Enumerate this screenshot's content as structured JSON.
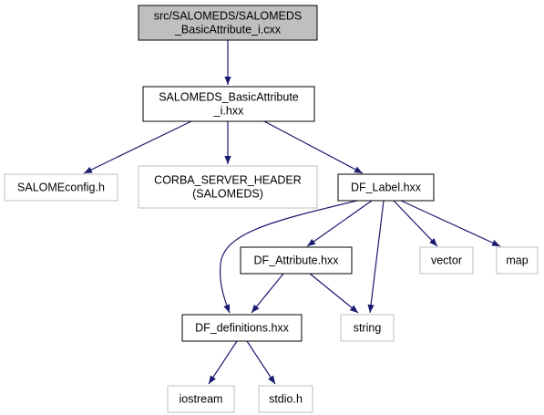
{
  "diagram": {
    "nodes": [
      {
        "id": "root",
        "lines": [
          "src/SALOMEDS/SALOMEDS",
          "_BasicAttribute_i.cxx"
        ],
        "style": "root"
      },
      {
        "id": "basic_hxx",
        "lines": [
          "SALOMEDS_BasicAttribute",
          "_i.hxx"
        ],
        "style": "normal"
      },
      {
        "id": "salomeconfig",
        "lines": [
          "SALOMEconfig.h"
        ],
        "style": "external"
      },
      {
        "id": "corba",
        "lines": [
          "CORBA_SERVER_HEADER",
          "(SALOMEDS)"
        ],
        "style": "external"
      },
      {
        "id": "df_label",
        "lines": [
          "DF_Label.hxx"
        ],
        "style": "normal"
      },
      {
        "id": "df_attribute",
        "lines": [
          "DF_Attribute.hxx"
        ],
        "style": "normal"
      },
      {
        "id": "vector",
        "lines": [
          "vector"
        ],
        "style": "external"
      },
      {
        "id": "map",
        "lines": [
          "map"
        ],
        "style": "external"
      },
      {
        "id": "df_definitions",
        "lines": [
          "DF_definitions.hxx"
        ],
        "style": "normal"
      },
      {
        "id": "string",
        "lines": [
          "string"
        ],
        "style": "external"
      },
      {
        "id": "iostream",
        "lines": [
          "iostream"
        ],
        "style": "external"
      },
      {
        "id": "stdio",
        "lines": [
          "stdio.h"
        ],
        "style": "external"
      }
    ],
    "edges": [
      {
        "from": "root",
        "to": "basic_hxx"
      },
      {
        "from": "basic_hxx",
        "to": "salomeconfig"
      },
      {
        "from": "basic_hxx",
        "to": "corba"
      },
      {
        "from": "basic_hxx",
        "to": "df_label"
      },
      {
        "from": "df_label",
        "to": "df_definitions"
      },
      {
        "from": "df_label",
        "to": "df_attribute"
      },
      {
        "from": "df_label",
        "to": "string"
      },
      {
        "from": "df_label",
        "to": "vector"
      },
      {
        "from": "df_label",
        "to": "map"
      },
      {
        "from": "df_attribute",
        "to": "df_definitions"
      },
      {
        "from": "df_attribute",
        "to": "string"
      },
      {
        "from": "df_definitions",
        "to": "iostream"
      },
      {
        "from": "df_definitions",
        "to": "stdio"
      }
    ],
    "colors": {
      "edge": "#191970",
      "root_fill": "#bfbfbf",
      "normal_border": "#000000",
      "external_border": "#bfbfbf",
      "background": "#ffffff"
    }
  }
}
